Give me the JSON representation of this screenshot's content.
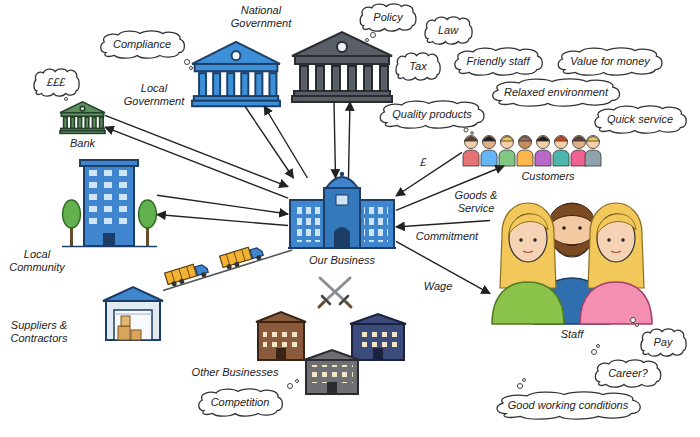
{
  "diagram": {
    "nodes": [
      {
        "text": [
          "National Government"
        ]
      },
      {
        "text": [
          "Policy"
        ]
      },
      {
        "text": [
          "Law"
        ]
      },
      {
        "text": [
          "Tax"
        ]
      },
      {
        "text": [
          "Compliance"
        ]
      },
      {
        "text": [
          "Local Government"
        ]
      },
      {
        "text": [
          "£££"
        ]
      },
      {
        "text": [
          "Bank"
        ]
      },
      {
        "text": [
          "Friendly staff"
        ]
      },
      {
        "text": [
          "Value for money"
        ]
      },
      {
        "text": [
          "Relaxed environment"
        ]
      },
      {
        "text": [
          "Quality products"
        ]
      },
      {
        "text": [
          "Quick service"
        ]
      },
      {
        "text": [
          "Customers"
        ]
      },
      {
        "text": [
          "Local Community"
        ]
      },
      {
        "text": [
          "Our Business"
        ]
      },
      {
        "text": [
          "Staff"
        ]
      },
      {
        "text": [
          "Suppliers & Contractors"
        ]
      },
      {
        "text": [
          "Other Businesses"
        ]
      },
      {
        "text": [
          "Competition"
        ]
      },
      {
        "text": [
          "Pay"
        ]
      },
      {
        "text": [
          "Career?"
        ]
      },
      {
        "text": [
          "Good working conditions"
        ]
      }
    ],
    "edges": [
      {
        "from": 0,
        "to": 15,
        "arrow": "to"
      },
      {
        "from": 15,
        "to": 0,
        "arrow": "to"
      },
      {
        "from": 5,
        "to": 15,
        "arrow": "to"
      },
      {
        "from": 15,
        "to": 5,
        "arrow": "to"
      },
      {
        "from": 7,
        "to": 15,
        "arrow": "to"
      },
      {
        "from": 15,
        "to": 7,
        "arrow": "to"
      },
      {
        "from": 14,
        "to": 15,
        "arrow": "to"
      },
      {
        "from": 15,
        "to": 14,
        "arrow": "to"
      },
      {
        "from": 17,
        "to": 15,
        "arrow": "none"
      },
      {
        "from": 13,
        "to": 15,
        "arrow": "to",
        "label": "£"
      },
      {
        "from": 15,
        "to": 13,
        "arrow": "to",
        "label": "Goods & Service"
      },
      {
        "from": 16,
        "to": 15,
        "arrow": "to",
        "label": "Commitment"
      },
      {
        "from": 15,
        "to": 16,
        "arrow": "to",
        "label": "Wage"
      }
    ]
  }
}
